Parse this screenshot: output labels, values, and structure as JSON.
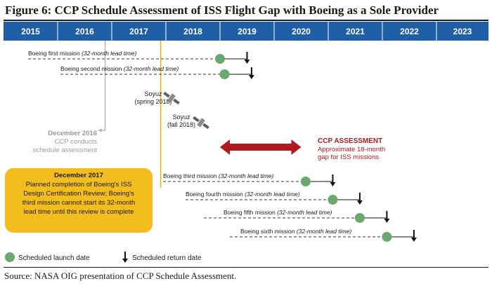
{
  "figure_title": "Figure 6:  CCP Schedule Assessment of ISS Flight Gap with Boeing as a Sole Provider",
  "source_note": "Source:  NASA OIG presentation of CCP Schedule Assessment.",
  "colors": {
    "header_blue": "#1f5fa7",
    "header_text": "#ffffff",
    "launch_green": "#6aa86e",
    "return_black": "#111111",
    "assessment_red": "#b0191e",
    "callout_fill": "#f2bd1d",
    "grey_text": "#9a9a9a",
    "gold_line": "#e8b400"
  },
  "chart_data": {
    "type": "timeline",
    "years": [
      "2015",
      "2016",
      "2017",
      "2018",
      "2019",
      "2020",
      "2021",
      "2022",
      "2023"
    ],
    "missions": [
      {
        "label": "Boeing first mission",
        "lead_time": "(32-month lead time)",
        "launch": "2019-01",
        "return": "2019-07"
      },
      {
        "label": "Boeing second mission",
        "lead_time": "(32-month lead time)",
        "launch": "2019-02",
        "return": "2019-08"
      },
      {
        "label": "Boeing third mission",
        "lead_time": "(32-month lead time)",
        "launch": "2020-08",
        "return": "2021-02"
      },
      {
        "label": "Boeing fourth mission",
        "lead_time": "(32-month lead time)",
        "launch": "2021-02",
        "return": "2021-08"
      },
      {
        "label": "Boeing fifth mission",
        "lead_time": "(32-month lead time)",
        "launch": "2021-08",
        "return": "2022-02"
      },
      {
        "label": "Boeing sixth mission",
        "lead_time": "(32-month lead time)",
        "launch": "2022-02",
        "return": "2022-08"
      }
    ],
    "soyuz": [
      {
        "line1": "Soyuz",
        "line2": "(spring 2018)",
        "date": "2018-04"
      },
      {
        "line1": "Soyuz",
        "line2": "(fall 2018)",
        "date": "2018-10"
      }
    ],
    "ccp_schedule_assessment": {
      "date": "2016-12",
      "lines": [
        "December 2016",
        "CCP conducts",
        "schedule assessment"
      ]
    },
    "certification_review": {
      "date": "2017-12",
      "heading": "December 2017",
      "lines": [
        "Planned completion of Boeing's ISS",
        "Design Certification Review; Boeing's",
        "third mission cannot start its 32-month",
        "lead time until this review is complete"
      ]
    },
    "assessment": {
      "heading": "CCP ASSESSMENT",
      "lines": [
        "Approximate 18-month",
        "gap for ISS missions"
      ],
      "gap_start": "2019-01",
      "gap_end": "2020-07"
    },
    "legend": {
      "launch": "Scheduled launch date",
      "return": "Scheduled return date"
    }
  }
}
